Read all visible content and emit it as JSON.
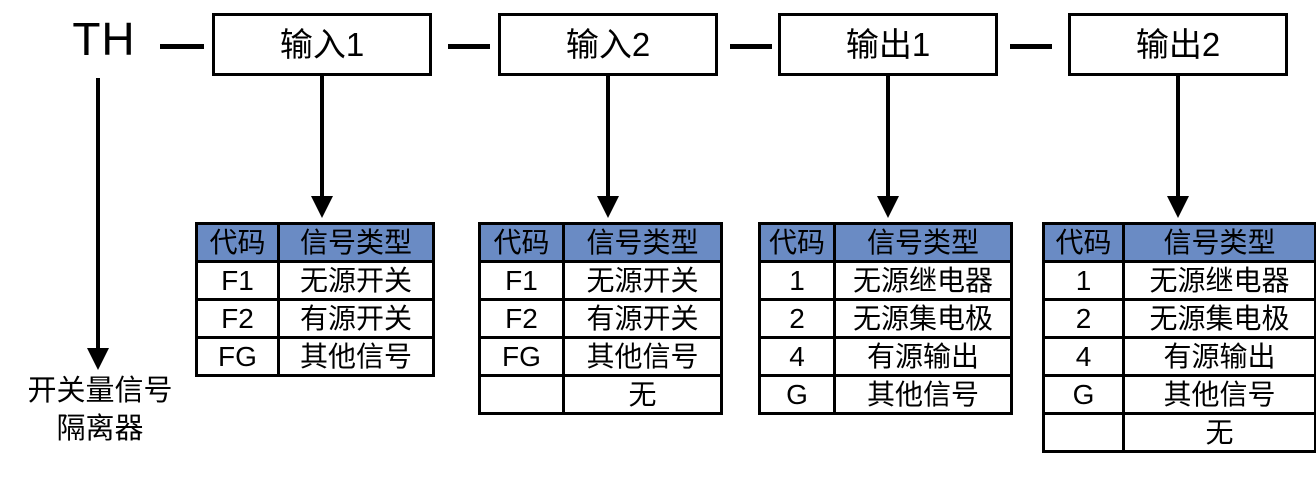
{
  "model": {
    "prefix": "TH",
    "separator": "—",
    "segments": [
      {
        "label": "输入1"
      },
      {
        "label": "输入2"
      },
      {
        "label": "输出1"
      },
      {
        "label": "输出2"
      }
    ]
  },
  "caption": {
    "line1": "开关量信号",
    "line2": "隔离器"
  },
  "tables": [
    {
      "id": "input1",
      "headers": [
        "代码",
        "信号类型"
      ],
      "rows": [
        [
          "F1",
          "无源开关"
        ],
        [
          "F2",
          "有源开关"
        ],
        [
          "FG",
          "其他信号"
        ]
      ]
    },
    {
      "id": "input2",
      "headers": [
        "代码",
        "信号类型"
      ],
      "rows": [
        [
          "F1",
          "无源开关"
        ],
        [
          "F2",
          "有源开关"
        ],
        [
          "FG",
          "其他信号"
        ],
        [
          "",
          "无"
        ]
      ]
    },
    {
      "id": "output1",
      "headers": [
        "代码",
        "信号类型"
      ],
      "rows": [
        [
          "1",
          "无源继电器"
        ],
        [
          "2",
          "无源集电极"
        ],
        [
          "4",
          "有源输出"
        ],
        [
          "G",
          "其他信号"
        ]
      ]
    },
    {
      "id": "output2",
      "headers": [
        "代码",
        "信号类型"
      ],
      "rows": [
        [
          "1",
          "无源继电器"
        ],
        [
          "2",
          "无源集电极"
        ],
        [
          "4",
          "有源输出"
        ],
        [
          "G",
          "其他信号"
        ],
        [
          "",
          "无"
        ]
      ]
    }
  ],
  "colors": {
    "header_blue": "#6a8bc4",
    "line": "#000000",
    "background": "#ffffff"
  }
}
